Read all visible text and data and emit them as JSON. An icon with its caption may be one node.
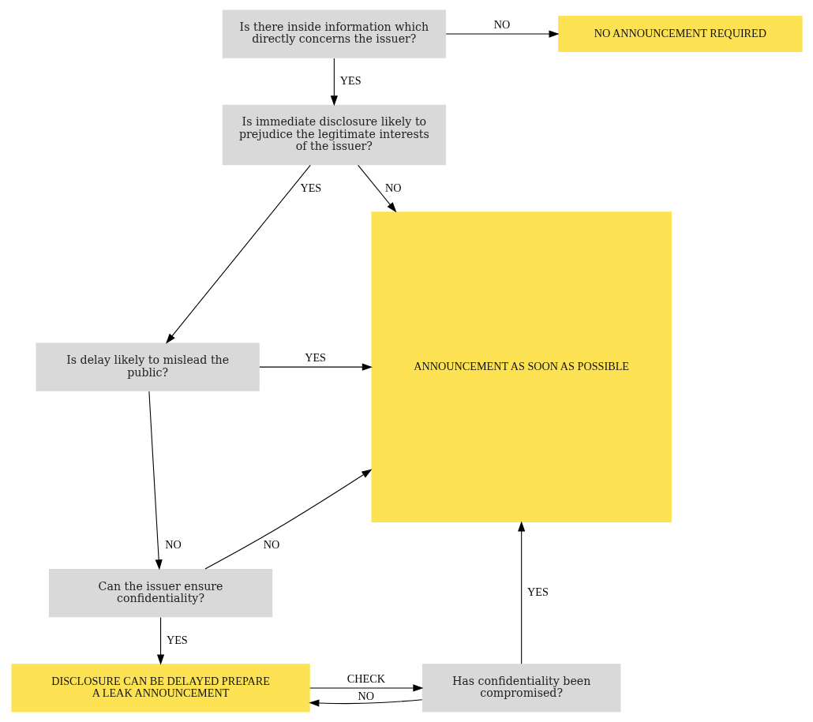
{
  "diagram": {
    "nodes": [
      {
        "text": [
          "Is there inside information which directly concerns the issuer?"
        ]
      },
      {
        "text": [
          "NO ANNOUNCEMENT REQUIRED"
        ]
      },
      {
        "text": [
          "Is immediate disclosure likely to prejudice the legitimate interests of the issuer?"
        ]
      },
      {
        "text": [
          "Is delay likely to mislead the public?"
        ]
      },
      {
        "text": [
          "Can the issuer ensure confidentiality?"
        ]
      },
      {
        "text": [
          "ANNOUNCEMENT AS SOON AS POSSIBLE"
        ]
      },
      {
        "text": [
          "DISCLOSURE CAN BE DELAYED PREPARE A LEAK ANNOUNCEMENT"
        ]
      },
      {
        "text": [
          "Has confidentiality been compromised?"
        ]
      }
    ],
    "edges": [
      {
        "from": 0,
        "to": 1,
        "arrow": "to",
        "label": "NO"
      },
      {
        "from": 0,
        "to": 2,
        "arrow": "to",
        "label": "YES"
      },
      {
        "from": 2,
        "to": 5,
        "arrow": "to",
        "label": "NO"
      },
      {
        "from": 2,
        "to": 3,
        "arrow": "to",
        "label": "YES"
      },
      {
        "from": 3,
        "to": 5,
        "arrow": "to",
        "label": "YES"
      },
      {
        "from": 3,
        "to": 4,
        "arrow": "to",
        "label": "NO"
      },
      {
        "from": 4,
        "to": 5,
        "arrow": "to",
        "label": "NO"
      },
      {
        "from": 4,
        "to": 6,
        "arrow": "to",
        "label": "YES"
      },
      {
        "from": 6,
        "to": 7,
        "arrow": "to",
        "label": "CHECK"
      },
      {
        "from": 7,
        "to": 5,
        "arrow": "to",
        "label": "YES"
      },
      {
        "from": 7,
        "to": 6,
        "arrow": "to",
        "label": "NO"
      }
    ]
  }
}
